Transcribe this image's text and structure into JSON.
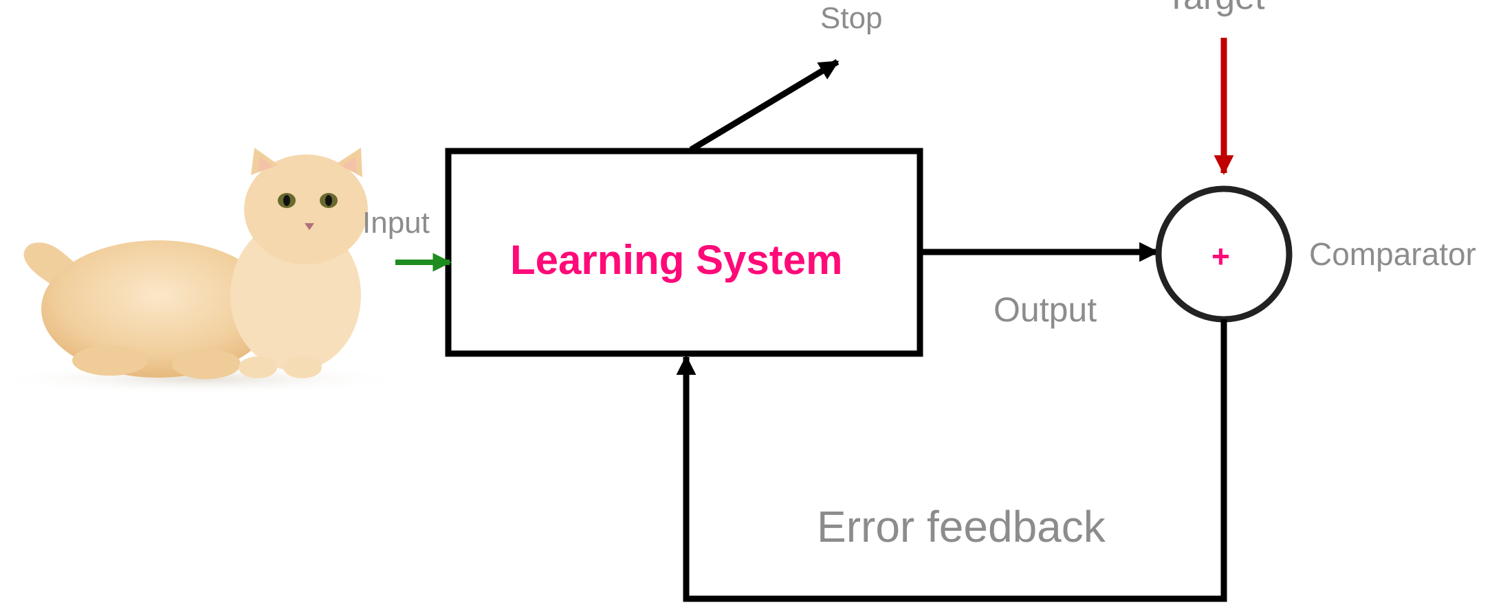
{
  "diagram": {
    "input_label": "Input",
    "system_label": "Learning System",
    "stop_label": "Stop",
    "target_label": "Target",
    "comparator_label": "Comparator",
    "comparator_symbol": "+",
    "output_label": "Output",
    "error_label": "Error feedback"
  },
  "colors": {
    "label_gray": "#8c8c8c",
    "system_text": "#ff0a78",
    "input_arrow": "#1e8c1e",
    "target_arrow": "#c00000",
    "line": "#000000",
    "circle": "#222222"
  },
  "icons": {
    "cat": "cat-photo"
  }
}
